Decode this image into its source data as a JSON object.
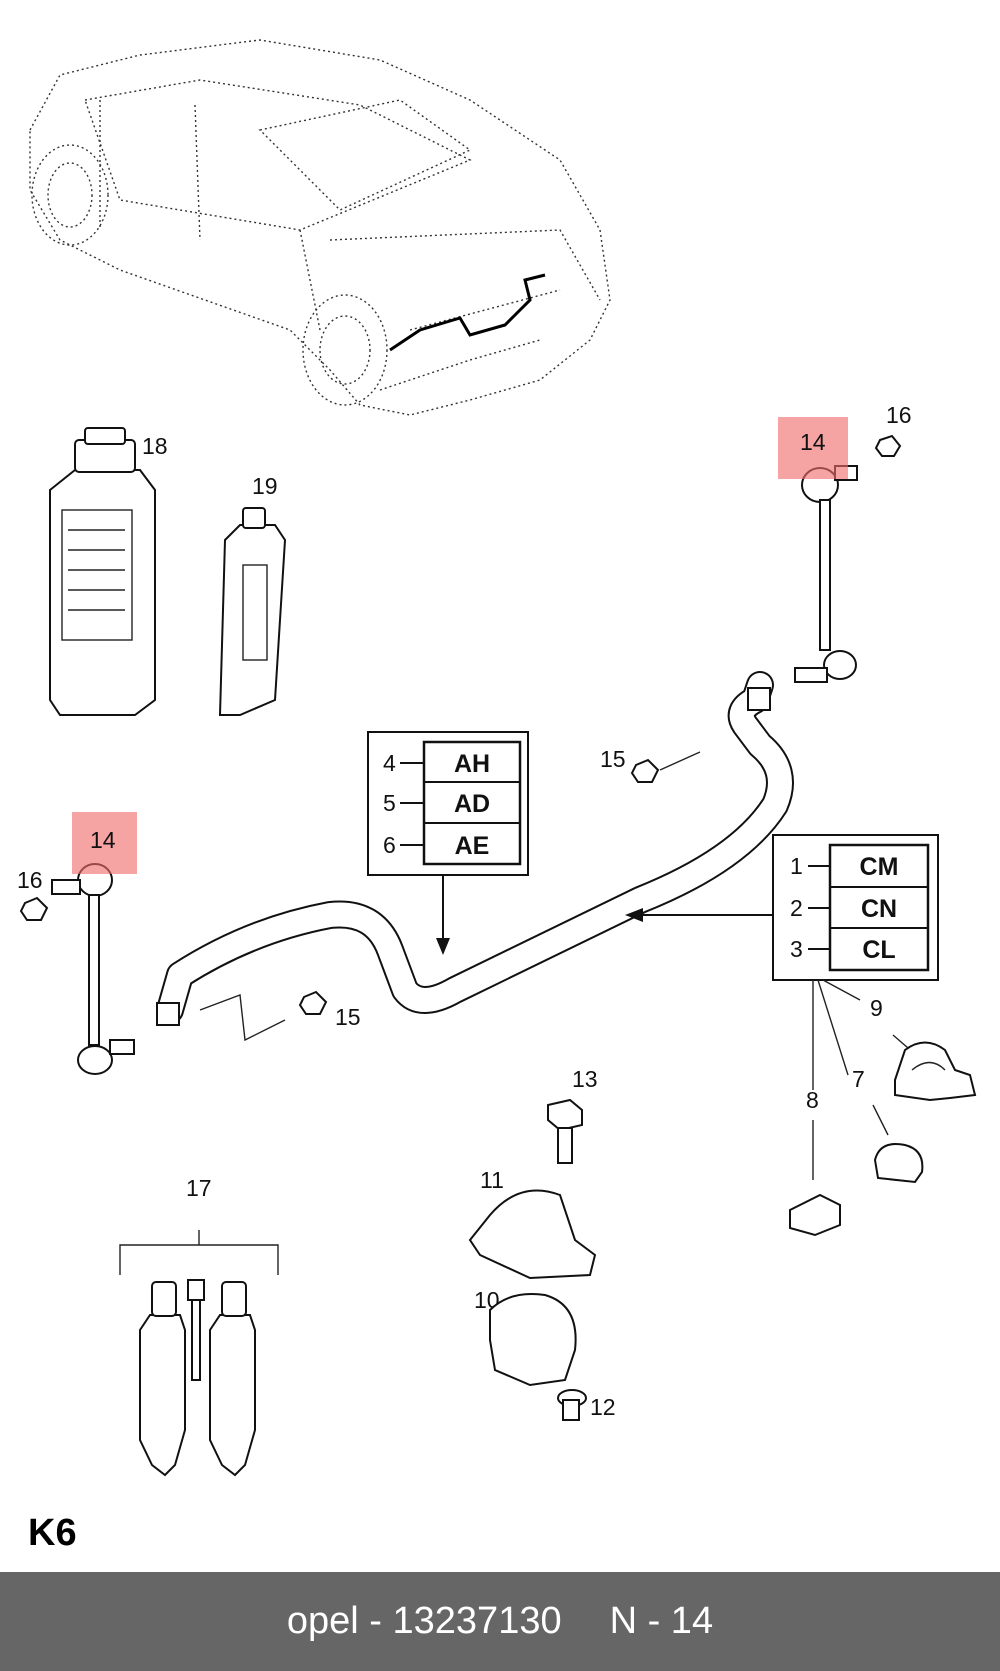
{
  "sheet_code": "K6",
  "footer": {
    "part_ref": "opel - 13237130",
    "position_ref": "N - 14"
  },
  "colors": {
    "highlight": "#f06a6a",
    "footer_bg": "#666666",
    "footer_text": "#ffffff"
  },
  "callouts": {
    "c1": "1",
    "c2": "2",
    "c3": "3",
    "c4": "4",
    "c5": "5",
    "c6": "6",
    "c7": "7",
    "c8": "8",
    "c9": "9",
    "c10": "10",
    "c11": "11",
    "c12": "12",
    "c13": "13",
    "c14_top": "14",
    "c14_left": "14",
    "c15_top": "15",
    "c15_bottom": "15",
    "c16_top": "16",
    "c16_left": "16",
    "c17": "17",
    "c18": "18",
    "c19": "19"
  },
  "code_table_center": {
    "rows": [
      {
        "num": "4",
        "code": "AH"
      },
      {
        "num": "5",
        "code": "AD"
      },
      {
        "num": "6",
        "code": "AE"
      }
    ]
  },
  "code_table_right": {
    "rows": [
      {
        "num": "1",
        "code": "CM"
      },
      {
        "num": "2",
        "code": "CN"
      },
      {
        "num": "3",
        "code": "CL"
      }
    ]
  }
}
